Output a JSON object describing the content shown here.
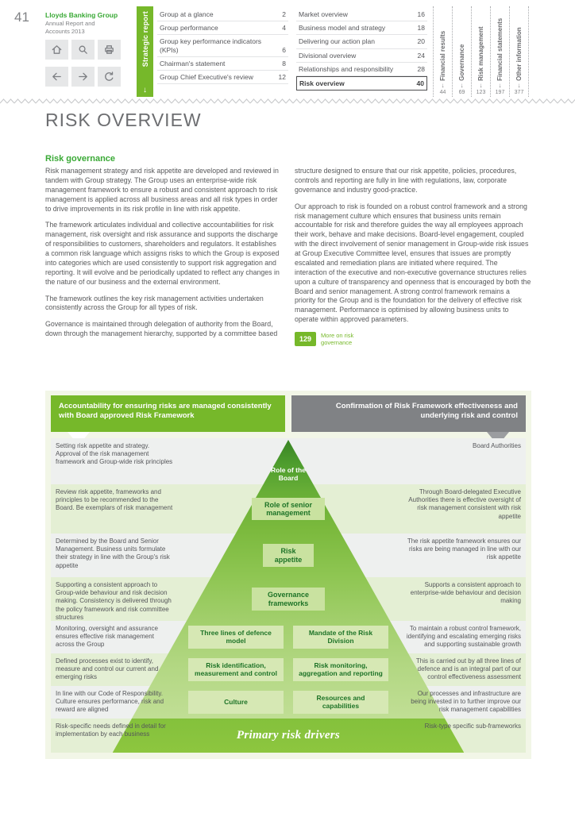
{
  "page": {
    "number": "41",
    "title": "RISK OVERVIEW"
  },
  "brand": {
    "name": "Lloyds Banking Group",
    "sub1": "Annual Report and",
    "sub2": "Accounts 2013"
  },
  "glyphs": {
    "down_arrow": "↓"
  },
  "colors": {
    "brand_green": "#76b82a",
    "heading_green": "#39a935",
    "banner_gray": "#808285",
    "pyramid_dark_green": "#4f9e2e",
    "pyramid_light_green": "#c6e19d",
    "box_green": "#d6e8b4",
    "base_green": "#8dc63f"
  },
  "nav": {
    "strategic_tab": "Strategic report",
    "icons": [
      "home",
      "search",
      "print",
      "back",
      "forward",
      "refresh"
    ],
    "toc_left": [
      {
        "label": "Group at a glance",
        "page": "2"
      },
      {
        "label": "Group performance",
        "page": "4"
      },
      {
        "label": "Group key performance indicators (KPIs)",
        "page": "6"
      },
      {
        "label": "Chairman's statement",
        "page": "8"
      },
      {
        "label": "Group Chief Executive's review",
        "page": "12"
      }
    ],
    "toc_right": [
      {
        "label": "Market overview",
        "page": "16"
      },
      {
        "label": "Business model and strategy",
        "page": "18"
      },
      {
        "label": "Delivering our action plan",
        "page": "20"
      },
      {
        "label": "Divisional overview",
        "page": "24"
      },
      {
        "label": "Relationships and responsibility",
        "page": "28"
      },
      {
        "label": "Risk overview",
        "page": "40"
      }
    ],
    "side_tabs": [
      {
        "label": "Financial results",
        "page": "44"
      },
      {
        "label": "Governance",
        "page": "69"
      },
      {
        "label": "Risk management",
        "page": "123"
      },
      {
        "label": "Financial statements",
        "page": "197"
      },
      {
        "label": "Other information",
        "page": "377"
      }
    ]
  },
  "section": {
    "heading": "Risk governance",
    "col1": [
      "Risk management strategy and risk appetite are developed and reviewed in tandem with Group strategy. The Group uses an enterprise-wide risk management framework to ensure a robust and consistent approach to risk management is applied across all business areas and all risk types in order to drive improvements in its risk profile in line with risk appetite.",
      "The framework articulates individual and collective accountabilities for risk management, risk oversight and risk assurance and supports the discharge of responsibilities to customers, shareholders and regulators. It establishes a common risk language which assigns risks to which the Group is exposed into categories which are used consistently to support risk aggregation and reporting. It will evolve and be periodically updated to reflect any changes in the nature of our business and the external environment.",
      "The framework outlines the key risk management activities undertaken consistently across the Group for all types of risk.",
      "Governance is maintained through delegation of authority from the Board, down through the management hierarchy, supported by a committee based"
    ],
    "col2": [
      "structure designed to ensure that our risk appetite, policies, procedures, controls and reporting are fully in line with regulations, law, corporate governance and industry good-practice.",
      "Our approach to risk is founded on a robust control framework and a strong risk management culture which ensures that business units remain accountable for risk and therefore guides the way all employees approach their work, behave and make decisions. Board-level engagement, coupled with the direct involvement of senior management in Group-wide risk issues at Group Executive Committee level, ensures that issues are promptly escalated and remediation plans are initiated where required. The interaction of the executive and non-executive governance structures relies upon a culture of transparency and openness that is encouraged by both the Board and senior management. A strong control framework remains a priority for the Group and is the foundation for the delivery of effective risk management. Performance is optimised by allowing business units to operate within approved parameters."
    ],
    "more_ref": {
      "badge": "129",
      "text": "More on risk governance"
    }
  },
  "diagram": {
    "header_left": "Accountability for ensuring risks are managed consistently with Board approved Risk Framework",
    "header_right": "Confirmation of Risk Framework effectiveness and underlying risk and control",
    "rows": [
      {
        "left": "Setting risk appetite and strategy. Approval of the risk management framework and Group-wide risk principles",
        "center": "Role of the Board",
        "right": "Board Authorities"
      },
      {
        "left": "Review risk appetite, frameworks and principles to be recommended to the Board. Be exemplars of risk management",
        "center": "Role of senior management",
        "right": "Through Board-delegated Executive Authorities there is effective oversight of risk management consistent with risk appetite"
      },
      {
        "left": "Determined by the Board and Senior Management. Business units formulate their strategy in line with the Group's risk appetite",
        "center": "Risk appetite",
        "right": "The risk appetite framework ensures our risks are being managed in line with our risk appetite"
      },
      {
        "left": "Supporting a consistent approach to Group-wide behaviour and risk decision making. Consistency is delivered through the policy framework and risk committee structures",
        "center": "Governance frameworks",
        "right": "Supports a consistent approach to enterprise-wide behaviour and decision making"
      },
      {
        "left": "Monitoring, oversight and assurance ensures effective risk management across the Group",
        "center_a": "Three lines of defence model",
        "center_b": "Mandate of the Risk Division",
        "right": "To maintain a robust control framework, identifying and escalating emerging risks and supporting sustainable growth"
      },
      {
        "left": "Defined processes exist to identify, measure and control our current and emerging risks",
        "center_a": "Risk identification, measurement and control",
        "center_b": "Risk monitoring, aggregation and reporting",
        "right": "This is carried out by all three lines of defence and is an integral part of our control effectiveness assessment"
      },
      {
        "left": "In line with our Code of Responsibility. Culture ensures performance, risk and reward are aligned",
        "center_a": "Culture",
        "center_b": "Resources and capabilities",
        "right": "Our processes and infrastructure are being invested in to further improve our risk management capabilities"
      },
      {
        "left": "Risk-specific needs defined in detail for implementation by each business",
        "center": "Primary risk drivers",
        "right": "Risk-type specific sub-frameworks"
      }
    ]
  }
}
